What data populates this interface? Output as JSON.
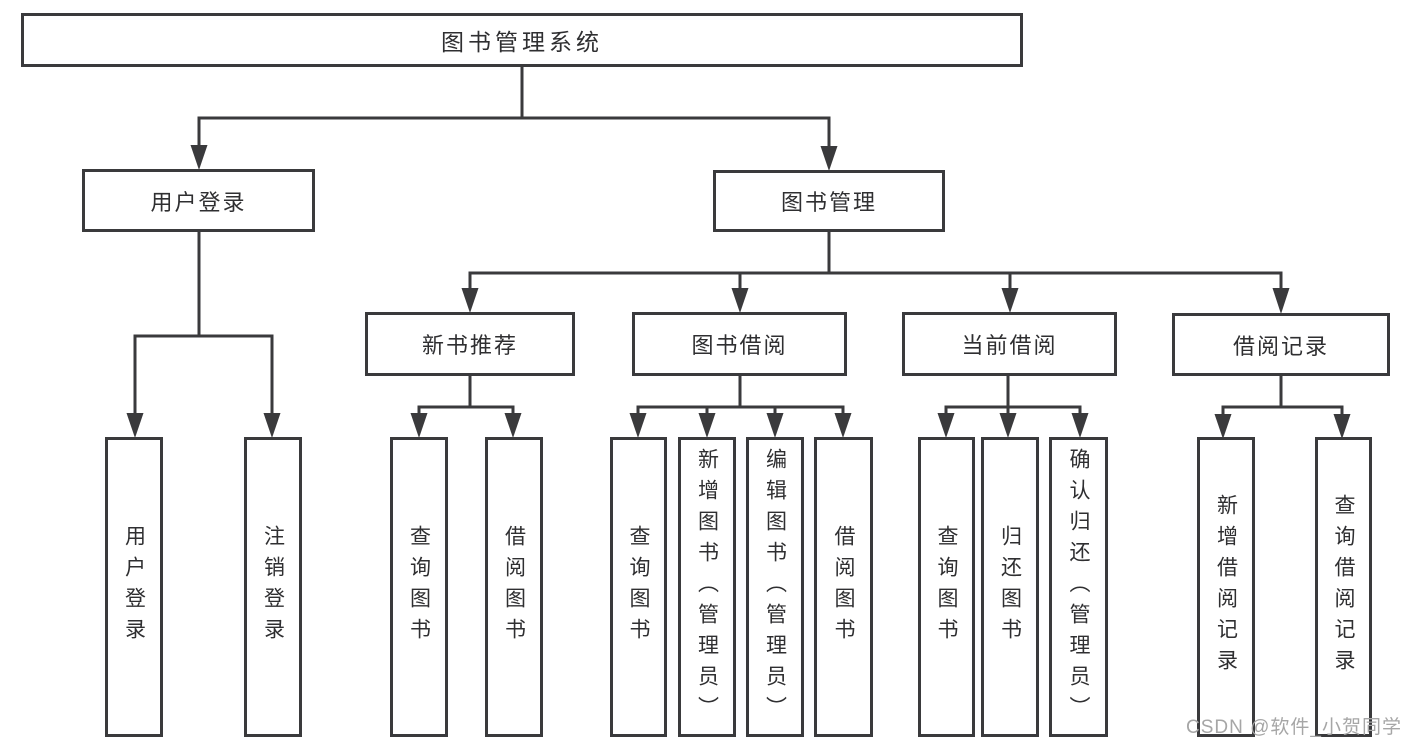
{
  "diagram": {
    "root": "图书管理系统",
    "branches": {
      "user_login": {
        "label": "用户登录",
        "children": [
          "用户登录",
          "注销登录"
        ]
      },
      "book_mgmt": {
        "label": "图书管理",
        "children": {
          "new_books": {
            "label": "新书推荐",
            "children": [
              "查询图书",
              "借阅图书"
            ]
          },
          "book_borrow": {
            "label": "图书借阅",
            "children": [
              "查询图书",
              "新增图书（管理员）",
              "编辑图书（管理员）",
              "借阅图书"
            ]
          },
          "current_borrow": {
            "label": "当前借阅",
            "children": [
              "查询图书",
              "归还图书",
              "确认归还（管理员）"
            ]
          },
          "borrow_records": {
            "label": "借阅记录",
            "children": [
              "新增借阅记录",
              "查询借阅记录"
            ]
          }
        }
      }
    }
  },
  "watermark": "CSDN @软件_小贺同学",
  "colors": {
    "line": "#3a3a3c",
    "text": "#2f2f31",
    "watermark": "#a6a6a6"
  }
}
